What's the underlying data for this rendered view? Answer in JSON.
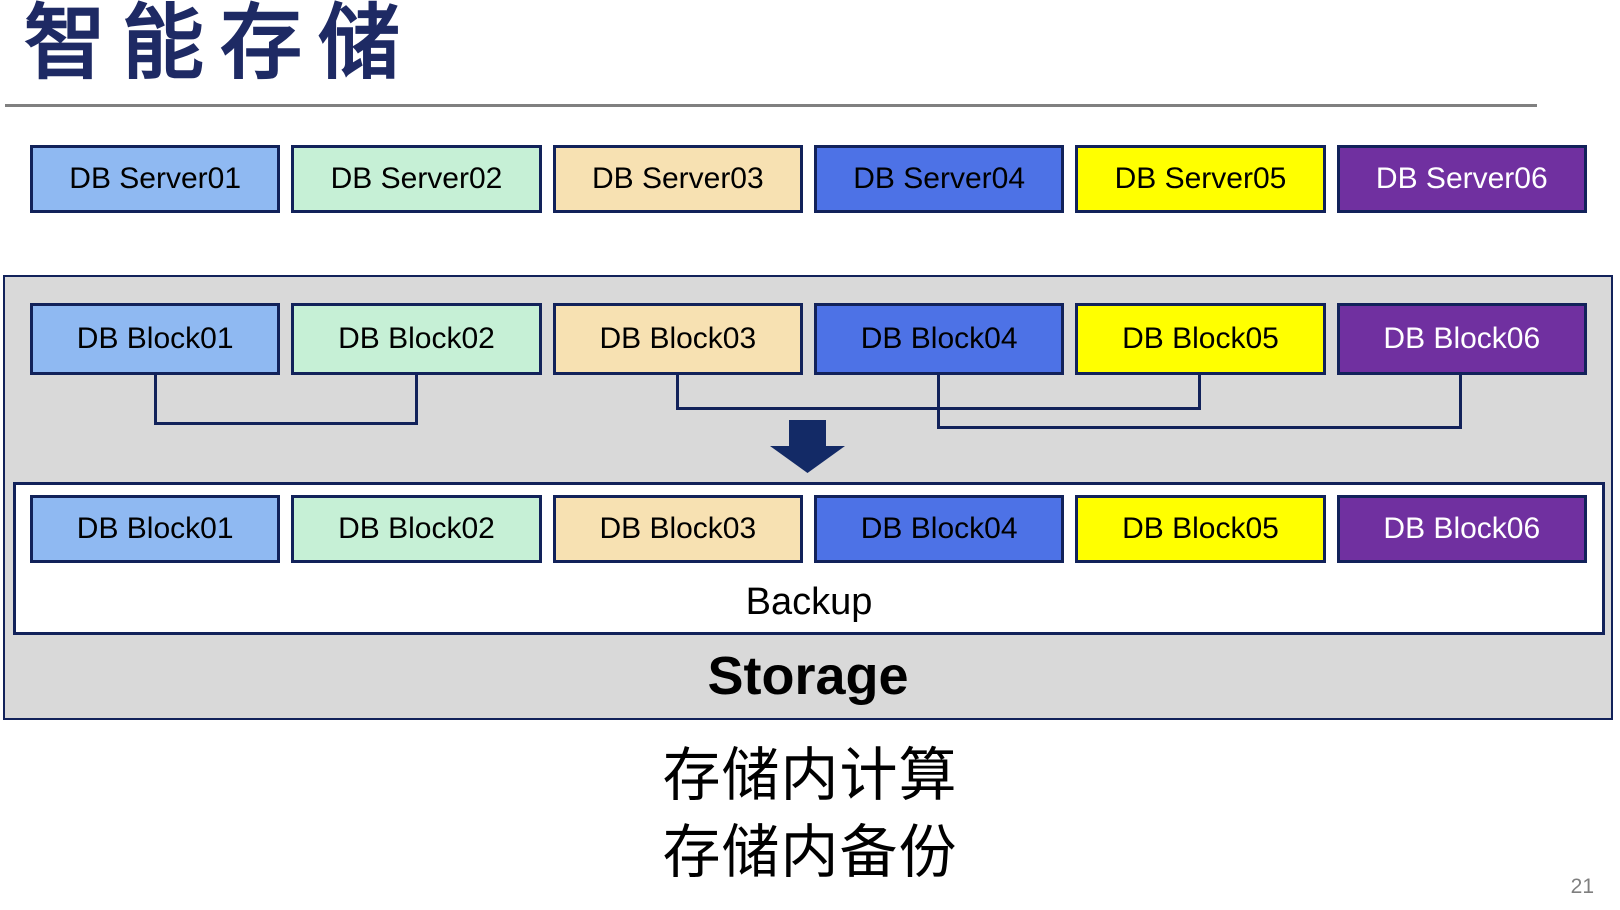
{
  "slide": {
    "title": "智能存储",
    "page_number": "21",
    "captions": [
      "存储内计算",
      "存储内备份"
    ]
  },
  "colors": {
    "title": "#1E2A64",
    "separator": "#808080",
    "panel_bg": "#D9D9D9",
    "box_border": "#12225A",
    "connector": "#12225A",
    "arrow": "#132A66",
    "page_number": "#7F7F7F",
    "inner_box_bg": "#FFFFFF"
  },
  "servers": [
    {
      "label": "DB Server01",
      "bg": "#8FB9F2",
      "fg": "#000000"
    },
    {
      "label": "DB Server02",
      "bg": "#C6F0D6",
      "fg": "#000000"
    },
    {
      "label": "DB Server03",
      "bg": "#F7E1B2",
      "fg": "#000000"
    },
    {
      "label": "DB Server04",
      "bg": "#4D72E6",
      "fg": "#000000"
    },
    {
      "label": "DB Server05",
      "bg": "#FFFF00",
      "fg": "#000000"
    },
    {
      "label": "DB Server06",
      "bg": "#7030A0",
      "fg": "#FFFFFF"
    }
  ],
  "blocks_top": [
    {
      "label": "DB Block01",
      "bg": "#8FB9F2",
      "fg": "#000000"
    },
    {
      "label": "DB Block02",
      "bg": "#C6F0D6",
      "fg": "#000000"
    },
    {
      "label": "DB Block03",
      "bg": "#F7E1B2",
      "fg": "#000000"
    },
    {
      "label": "DB Block04",
      "bg": "#4D72E6",
      "fg": "#000000"
    },
    {
      "label": "DB Block05",
      "bg": "#FFFF00",
      "fg": "#000000"
    },
    {
      "label": "DB Block06",
      "bg": "#7030A0",
      "fg": "#FFFFFF"
    }
  ],
  "blocks_bottom": [
    {
      "label": "DB Block01",
      "bg": "#8FB9F2",
      "fg": "#000000"
    },
    {
      "label": "DB Block02",
      "bg": "#C6F0D6",
      "fg": "#000000"
    },
    {
      "label": "DB Block03",
      "bg": "#F7E1B2",
      "fg": "#000000"
    },
    {
      "label": "DB Block04",
      "bg": "#4D72E6",
      "fg": "#000000"
    },
    {
      "label": "DB Block05",
      "bg": "#FFFF00",
      "fg": "#000000"
    },
    {
      "label": "DB Block06",
      "bg": "#7030A0",
      "fg": "#FFFFFF"
    }
  ],
  "storage": {
    "backup_label": "Backup",
    "storage_label": "Storage",
    "pairings": [
      [
        "DB Block01",
        "DB Block02"
      ],
      [
        "DB Block03",
        "DB Block05"
      ],
      [
        "DB Block04",
        "DB Block06"
      ]
    ]
  }
}
